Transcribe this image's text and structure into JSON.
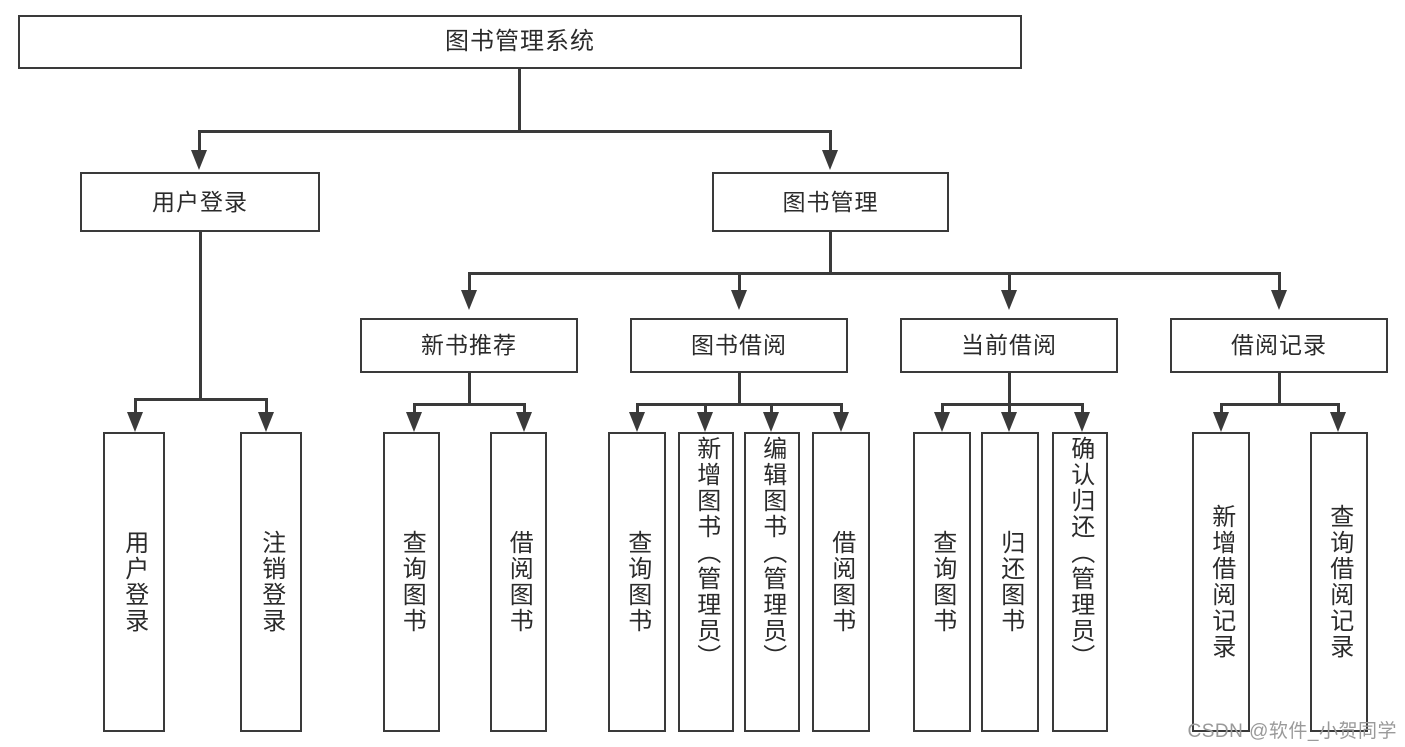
{
  "diagram": {
    "type": "tree",
    "title": "图书管理系统",
    "root": {
      "label": "图书管理系统"
    },
    "level2": [
      {
        "label": "用户登录"
      },
      {
        "label": "图书管理"
      }
    ],
    "level3": [
      {
        "label": "新书推荐"
      },
      {
        "label": "图书借阅"
      },
      {
        "label": "当前借阅"
      },
      {
        "label": "借阅记录"
      }
    ],
    "leaves": {
      "user_login": [
        {
          "label": "用户登录"
        },
        {
          "label": "注销登录"
        }
      ],
      "new_book_recommend": [
        {
          "label": "查询图书"
        },
        {
          "label": "借阅图书"
        }
      ],
      "book_borrow": [
        {
          "label": "查询图书"
        },
        {
          "label": "新增图书（管理员）"
        },
        {
          "label": "编辑图书（管理员）"
        },
        {
          "label": "借阅图书"
        }
      ],
      "current_borrow": [
        {
          "label": "查询图书"
        },
        {
          "label": "归还图书"
        },
        {
          "label": "确认归还（管理员）"
        }
      ],
      "borrow_record": [
        {
          "label": "新增借阅记录"
        },
        {
          "label": "查询借阅记录"
        }
      ]
    }
  },
  "watermark": {
    "text": "CSDN @软件_小贺同学"
  },
  "colors": {
    "stroke": "#3a3a3a",
    "text": "#2b2b2b",
    "background": "#ffffff",
    "watermark": "#9a9a9a"
  }
}
